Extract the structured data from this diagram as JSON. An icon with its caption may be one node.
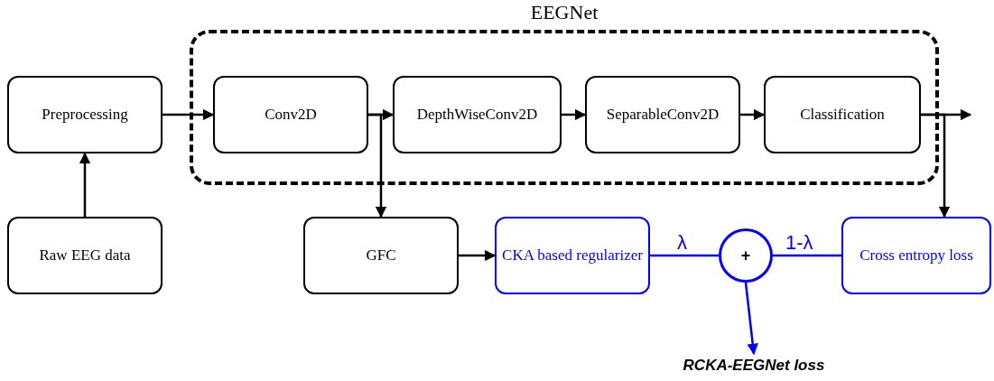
{
  "diagram": {
    "nodes": [
      {
        "text": [
          "EEGNet"
        ]
      },
      {
        "text": [
          "Preprocessing"
        ]
      },
      {
        "text": [
          "Conv2D"
        ],
        "in": 0
      },
      {
        "text": [
          "DepthWiseConv2D"
        ],
        "in": 0
      },
      {
        "text": [
          "SeparableConv2D"
        ],
        "in": 0
      },
      {
        "text": [
          "Classification"
        ],
        "in": 0
      },
      {
        "text": [
          "Raw EEG data"
        ]
      },
      {
        "text": [
          "GFC"
        ]
      },
      {
        "text": [
          "CKA based regularizer"
        ]
      },
      {
        "text": [
          "+"
        ]
      },
      {
        "text": [
          "Cross entropy loss"
        ]
      },
      {
        "text": [
          "RCKA-EEGNet loss"
        ]
      }
    ],
    "edges": [
      {
        "from": 6,
        "to": 1,
        "arrow": "to"
      },
      {
        "from": 1,
        "to": 2,
        "arrow": "to"
      },
      {
        "from": 2,
        "to": 3,
        "arrow": "to"
      },
      {
        "from": 3,
        "to": 4,
        "arrow": "to"
      },
      {
        "from": 4,
        "to": 5,
        "arrow": "to"
      },
      {
        "from": 5,
        "to": null,
        "arrow": "to"
      },
      {
        "from": 2,
        "to": 7,
        "arrow": "to"
      },
      {
        "from": 5,
        "to": 10,
        "arrow": "to"
      },
      {
        "from": 7,
        "to": 8,
        "arrow": "to"
      },
      {
        "from": 8,
        "to": 9,
        "arrow": "none",
        "label": "λ",
        "color": "#0000ff"
      },
      {
        "from": 10,
        "to": 9,
        "arrow": "none",
        "label": "1-λ",
        "color": "#0000ff"
      },
      {
        "from": 9,
        "to": 11,
        "arrow": "to",
        "color": "#0000ff"
      }
    ]
  }
}
